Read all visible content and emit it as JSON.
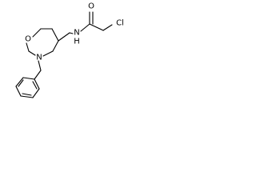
{
  "molecule": {
    "atoms": {
      "oxygen_ring": "O",
      "nitrogen_ring": "N",
      "nitrogen_amide": "N",
      "hydrogen_amide": "H",
      "oxygen_carbonyl": "O",
      "chlorine": "Cl"
    }
  }
}
